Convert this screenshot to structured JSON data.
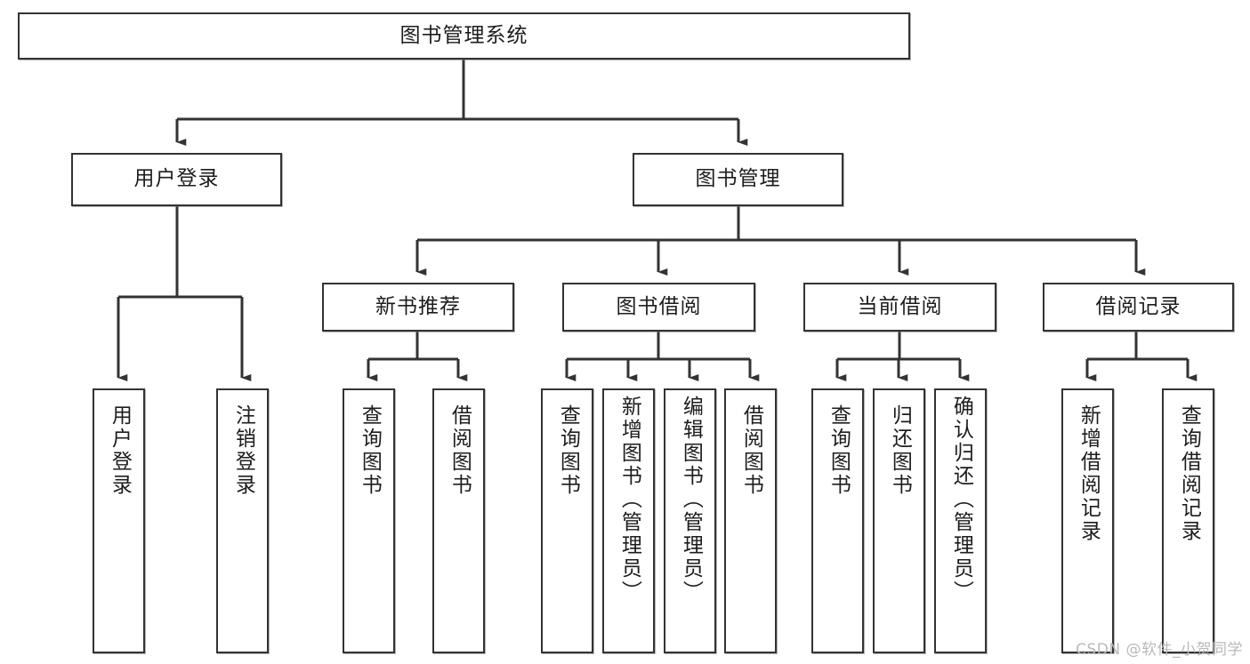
{
  "diagram": {
    "type": "tree-hierarchy-chart",
    "orientation": "top-down",
    "root": {
      "label": "图书管理系统"
    },
    "level2": [
      {
        "label": "用户登录"
      },
      {
        "label": "图书管理"
      }
    ],
    "level3": [
      {
        "label": "新书推荐"
      },
      {
        "label": "图书借阅"
      },
      {
        "label": "当前借阅"
      },
      {
        "label": "借阅记录"
      }
    ],
    "leaves": {
      "user_login": [
        {
          "label": "用户登录"
        },
        {
          "label": "注销登录"
        }
      ],
      "new_book_recommend": [
        {
          "label": "查询图书"
        },
        {
          "label": "借阅图书"
        }
      ],
      "book_borrow": [
        {
          "label": "查询图书"
        },
        {
          "label": "新增图书（管理员）"
        },
        {
          "label": "编辑图书（管理员）"
        },
        {
          "label": "借阅图书"
        }
      ],
      "current_borrow": [
        {
          "label": "查询图书"
        },
        {
          "label": "归还图书"
        },
        {
          "label": "确认归还（管理员）"
        }
      ],
      "borrow_record": [
        {
          "label": "新增借阅记录"
        },
        {
          "label": "查询借阅记录"
        }
      ]
    }
  },
  "watermark": {
    "text": "CSDN @软件_小贺同学"
  },
  "colors": {
    "box_border": "#333333",
    "box_fill": "#ffffff",
    "connector": "#333333",
    "text": "#1d1d1d",
    "watermark": "#b9b9b9"
  }
}
